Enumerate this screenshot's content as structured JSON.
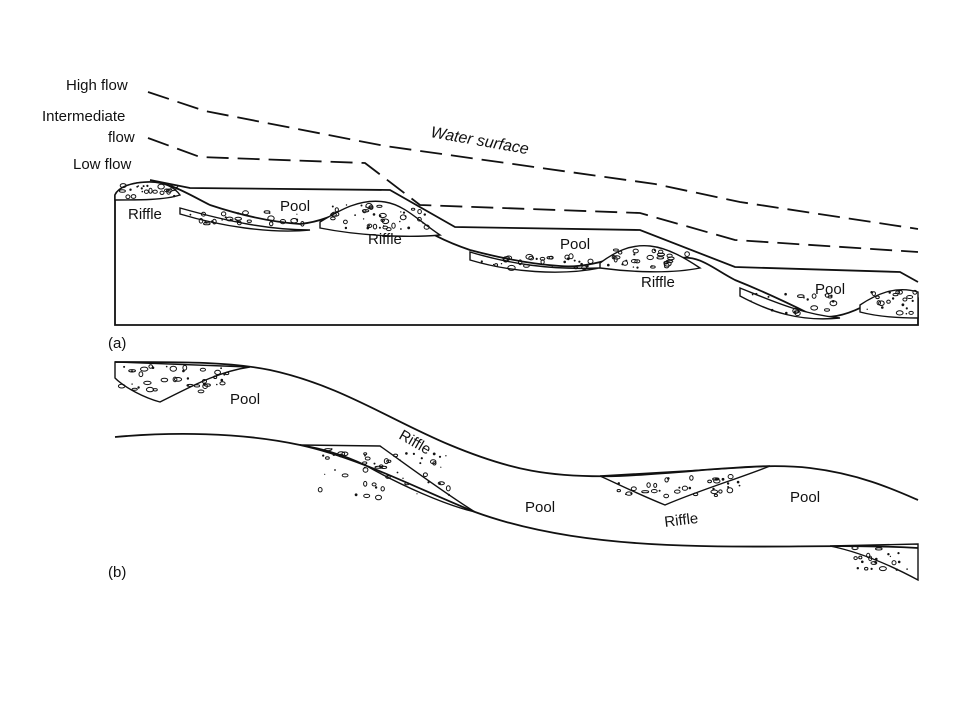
{
  "panel_a": {
    "label": "(a)",
    "flow_labels": {
      "high": "High flow",
      "intermediate_line1": "Intermediate",
      "intermediate_line2": "flow",
      "low": "Low flow"
    },
    "water_surface_label": "Water surface",
    "pools": [
      "Pool",
      "Pool",
      "Pool"
    ],
    "riffles": [
      "Riffle",
      "Riffle",
      "Riffle"
    ]
  },
  "panel_b": {
    "label": "(b)",
    "pools": [
      "Pool",
      "Pool",
      "Pool"
    ],
    "riffles": [
      "Riffle",
      "Riffle"
    ]
  },
  "colors": {
    "ink": "#111111",
    "background": "#ffffff"
  }
}
